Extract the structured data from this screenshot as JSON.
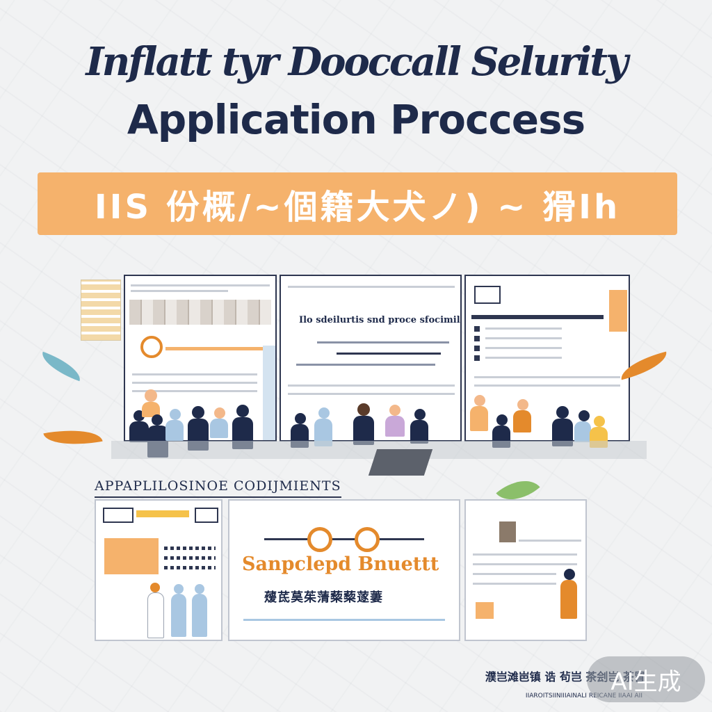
{
  "header": {
    "title_line1": "Inflatt tyr Dooccall Selurity",
    "title_line2": "Application Proccess"
  },
  "banner": {
    "text": "IIS 份概/~個籍大犬ノ) ~ 猾Ih"
  },
  "panels_top": [
    {
      "caption": ""
    },
    {
      "caption": "Ilo sdeilurtis snd proce sfocimilatiis"
    },
    {
      "caption": ""
    }
  ],
  "documents_section": {
    "label": "APPAPLILOSINOE CODIJMIENTS",
    "panel_middle_title": "Sanpclepd Bnuettt",
    "panel_middle_subtitle": "蕿茋茣茱蔳蔾蔾蓫萋"
  },
  "footer": {
    "line1": "濮岂滩岜镇 诰 茍岂 茶刽岂 茶冒",
    "line2": "IIAROITSIINIIIAINALI REICANE IIAAI AII"
  },
  "watermark": {
    "text": "AI生成"
  },
  "colors": {
    "navy": "#1e2a4a",
    "orange": "#f5b26c",
    "accent_orange": "#e48a2c",
    "light_blue": "#a9c7e2"
  }
}
